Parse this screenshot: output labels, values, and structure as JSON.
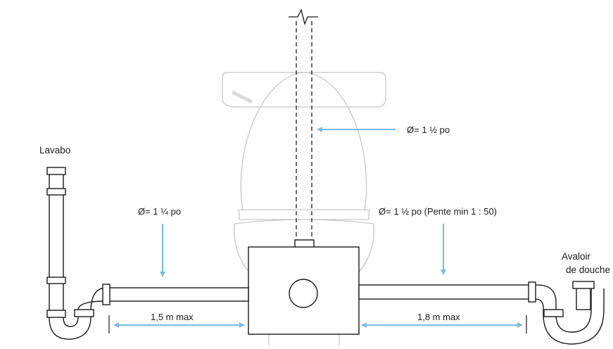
{
  "labels": {
    "sink": "Lavabo",
    "shower_drain_line1": "Avaloir",
    "shower_drain_line2": "de douche",
    "vent_diameter": "Ø= 1 ½ po",
    "sink_pipe_diameter": "Ø= 1 ¼ po",
    "shower_pipe_diameter": "Ø= 1 ½ po (Pente min 1 : 50)",
    "sink_max_length": "1,5 m max",
    "shower_max_length": "1,8 m max"
  },
  "colors": {
    "arrow": "#7ab9e2",
    "pipe_stroke": "#1a1a1a",
    "toilet_outline": "#c8c8c8",
    "text": "#1a1a1a"
  },
  "icons": {
    "vent_break": "break-line-icon"
  }
}
